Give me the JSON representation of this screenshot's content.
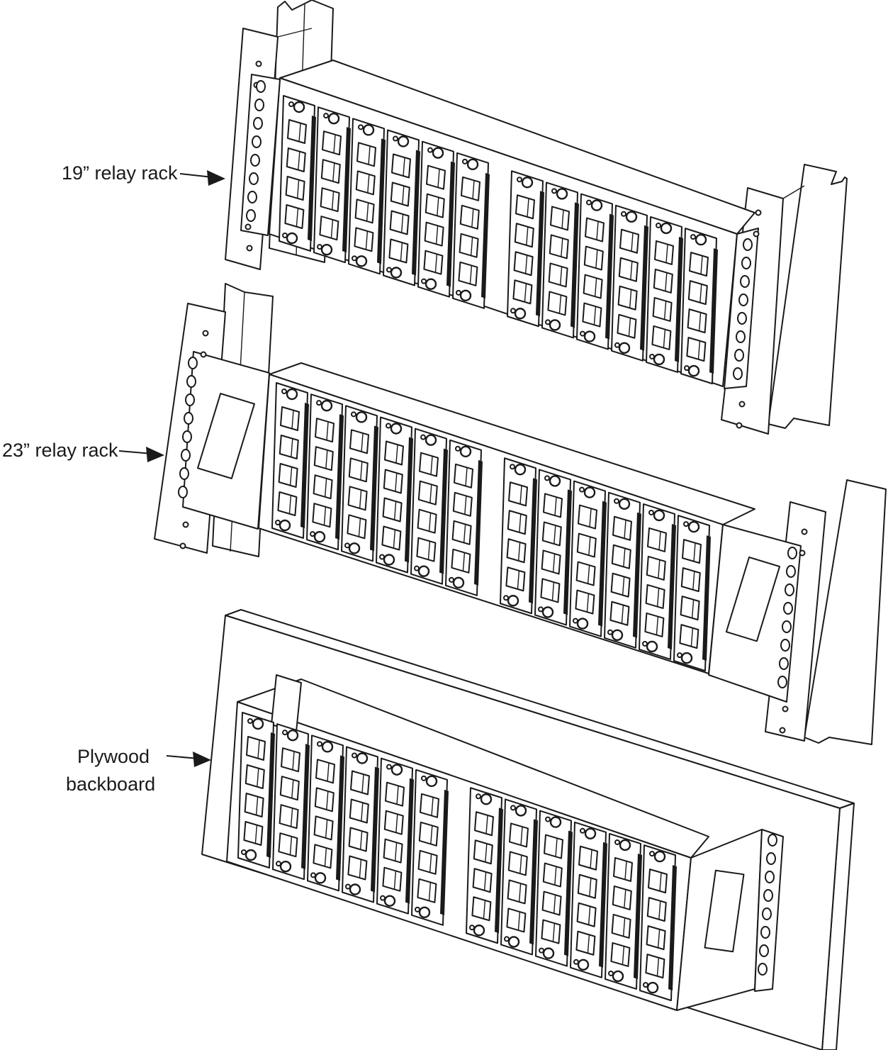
{
  "figure": {
    "title": "Patch panel mounting options",
    "callouts": [
      {
        "id": "rack-19",
        "lines": [
          "19” relay rack"
        ]
      },
      {
        "id": "rack-23",
        "lines": [
          "23” relay rack"
        ]
      },
      {
        "id": "backboard",
        "lines": [
          "Plywood",
          "backboard"
        ]
      }
    ],
    "panel": {
      "module_groups": 2,
      "modules_per_group": 6,
      "ports_per_module": 4
    },
    "colors": {
      "ink": "#1a1a1a",
      "paper": "#ffffff"
    }
  }
}
